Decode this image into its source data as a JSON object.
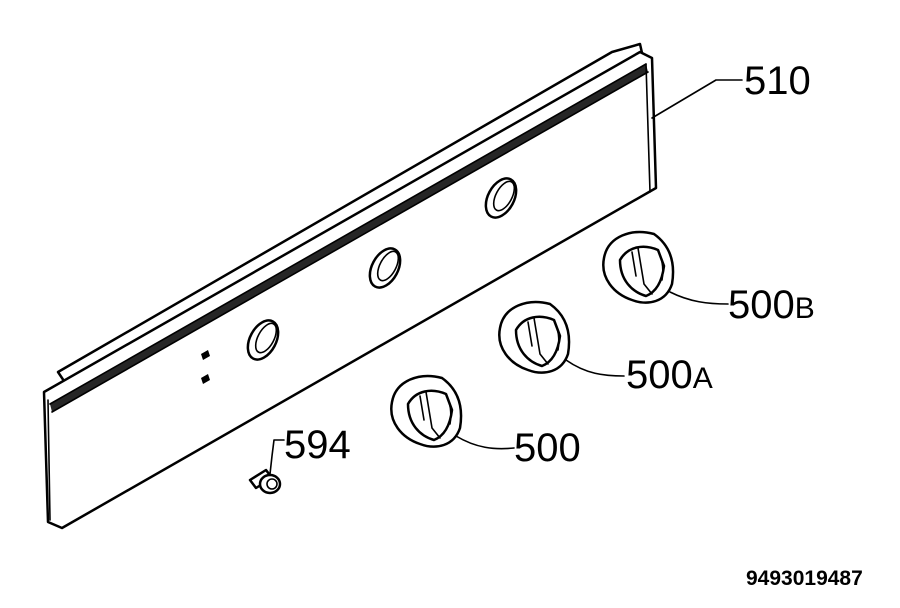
{
  "parts": {
    "panel": "510",
    "knob_left": "500",
    "knob_middle": {
      "base": "500",
      "suffix": "A"
    },
    "knob_right": {
      "base": "500",
      "suffix": "B"
    },
    "screw": "594"
  },
  "drawing_number": "9493019487"
}
